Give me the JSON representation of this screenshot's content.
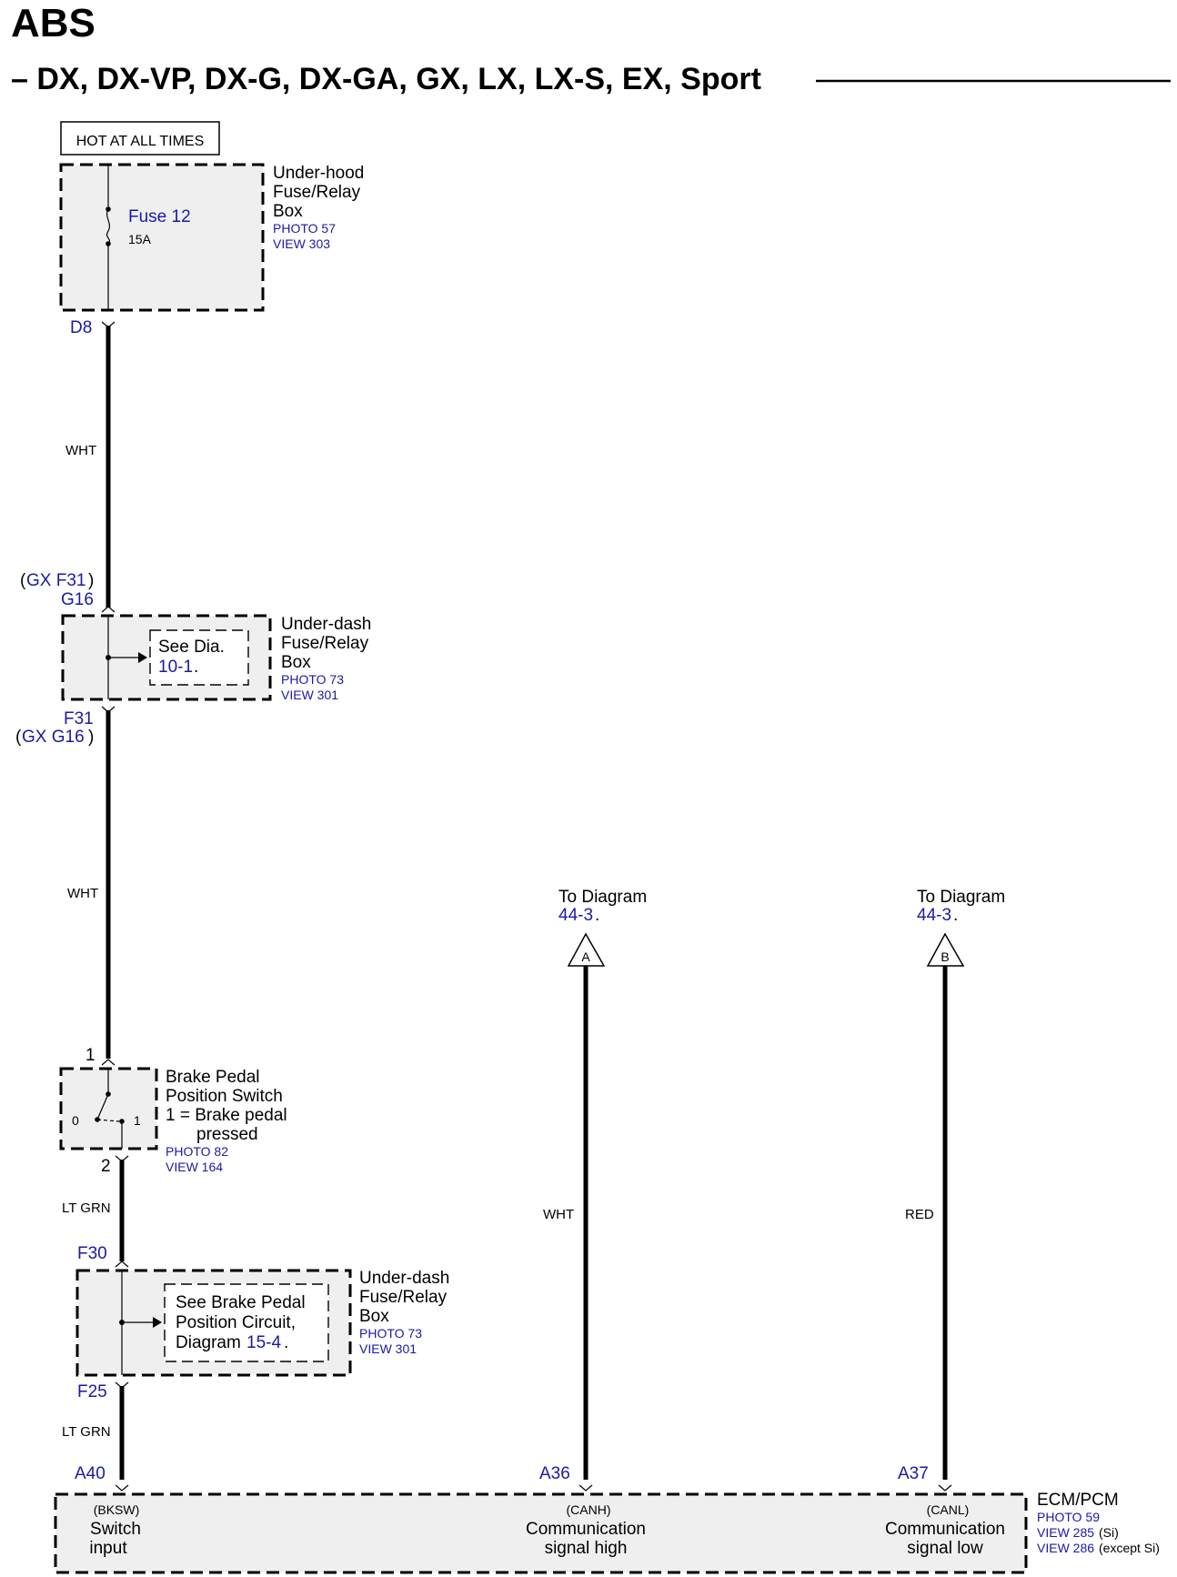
{
  "header": {
    "title": "ABS",
    "subtitle": "– DX, DX-VP, DX-G, DX-GA, GX, LX, LX-S, EX, Sport"
  },
  "hot_label": "HOT AT ALL TIMES",
  "underhood_box": {
    "fuse_name": "Fuse 12",
    "fuse_rating": "15A",
    "name_lines": [
      "Under-hood",
      "Fuse/Relay",
      "Box"
    ],
    "photo": "PHOTO 57",
    "view": "VIEW 303",
    "pin_out": "D8"
  },
  "wires": {
    "w1": "WHT",
    "w2": "WHT",
    "w3": "LT GRN",
    "w4": "LT GRN",
    "canh": "WHT",
    "canl": "RED"
  },
  "underdash_box_1": {
    "pin_in_alt_open": "(",
    "pin_in_alt": "GX F31",
    "pin_in_alt_close": ")",
    "pin_in": "G16",
    "see_prefix": "See Dia.",
    "see_ref": "10-1",
    "see_suffix": ".",
    "name_lines": [
      "Under-dash",
      "Fuse/Relay",
      "Box"
    ],
    "photo": "PHOTO 73",
    "view": "VIEW 301",
    "pin_out": "F31",
    "pin_out_alt_open": "(",
    "pin_out_alt": "GX G16",
    "pin_out_alt_close": ")"
  },
  "brake_switch": {
    "pin_in": "1",
    "pin_out": "2",
    "pos0": "0",
    "pos1": "1",
    "name_lines": [
      "Brake Pedal",
      "Position Switch",
      "1 = Brake pedal",
      "pressed"
    ],
    "photo": "PHOTO 82",
    "view": "VIEW 164"
  },
  "underdash_box_2": {
    "pin_in": "F30",
    "see_lines": [
      "See Brake Pedal",
      "Position Circuit,"
    ],
    "see_prefix": "Diagram ",
    "see_ref": "15-4",
    "see_suffix": ".",
    "name_lines": [
      "Under-dash",
      "Fuse/Relay",
      "Box"
    ],
    "photo": "PHOTO 73",
    "view": "VIEW 301",
    "pin_out": "F25"
  },
  "to_diagram_a": {
    "text": "To Diagram",
    "ref": "44-3",
    "suffix": ".",
    "letter": "A"
  },
  "to_diagram_b": {
    "text": "To Diagram",
    "ref": "44-3",
    "suffix": ".",
    "letter": "B"
  },
  "ecm": {
    "name": "ECM/PCM",
    "photo": "PHOTO 59",
    "view1": "VIEW 285",
    "view1_note": " (Si)",
    "view2": "VIEW 286",
    "view2_note": " (except Si)",
    "pins": [
      {
        "pin": "A40",
        "code": "(BKSW)",
        "lines": [
          "Switch",
          "input"
        ]
      },
      {
        "pin": "A36",
        "code": "(CANH)",
        "lines": [
          "Communication",
          "signal high"
        ]
      },
      {
        "pin": "A37",
        "code": "(CANL)",
        "lines": [
          "Communication",
          "signal low"
        ]
      }
    ]
  }
}
